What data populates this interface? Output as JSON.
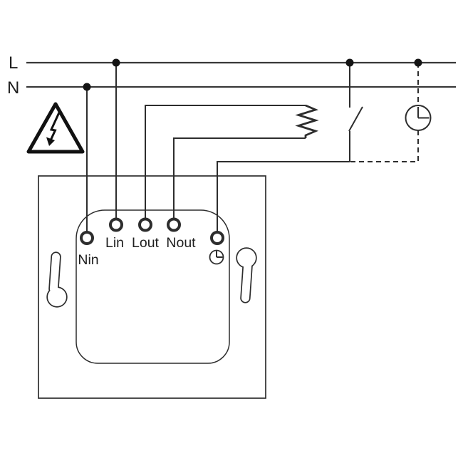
{
  "diagram": {
    "bus": {
      "live_label": "L",
      "neutral_label": "N"
    },
    "module": {
      "terminals": {
        "nin": "Nin",
        "lin": "Lin",
        "lout": "Lout",
        "nout": "Nout"
      }
    },
    "symbols": {
      "warning": "high-voltage-warning-triangle-icon",
      "load": "resistive-load-symbol",
      "switch": "wall-switch-contact-symbol",
      "external_timer": "timer-clock-icon",
      "module_timer": "terminal-clock-icon"
    },
    "colors": {
      "line": "#2d2d2d",
      "symbol": "#111111",
      "background": "#ffffff"
    }
  }
}
